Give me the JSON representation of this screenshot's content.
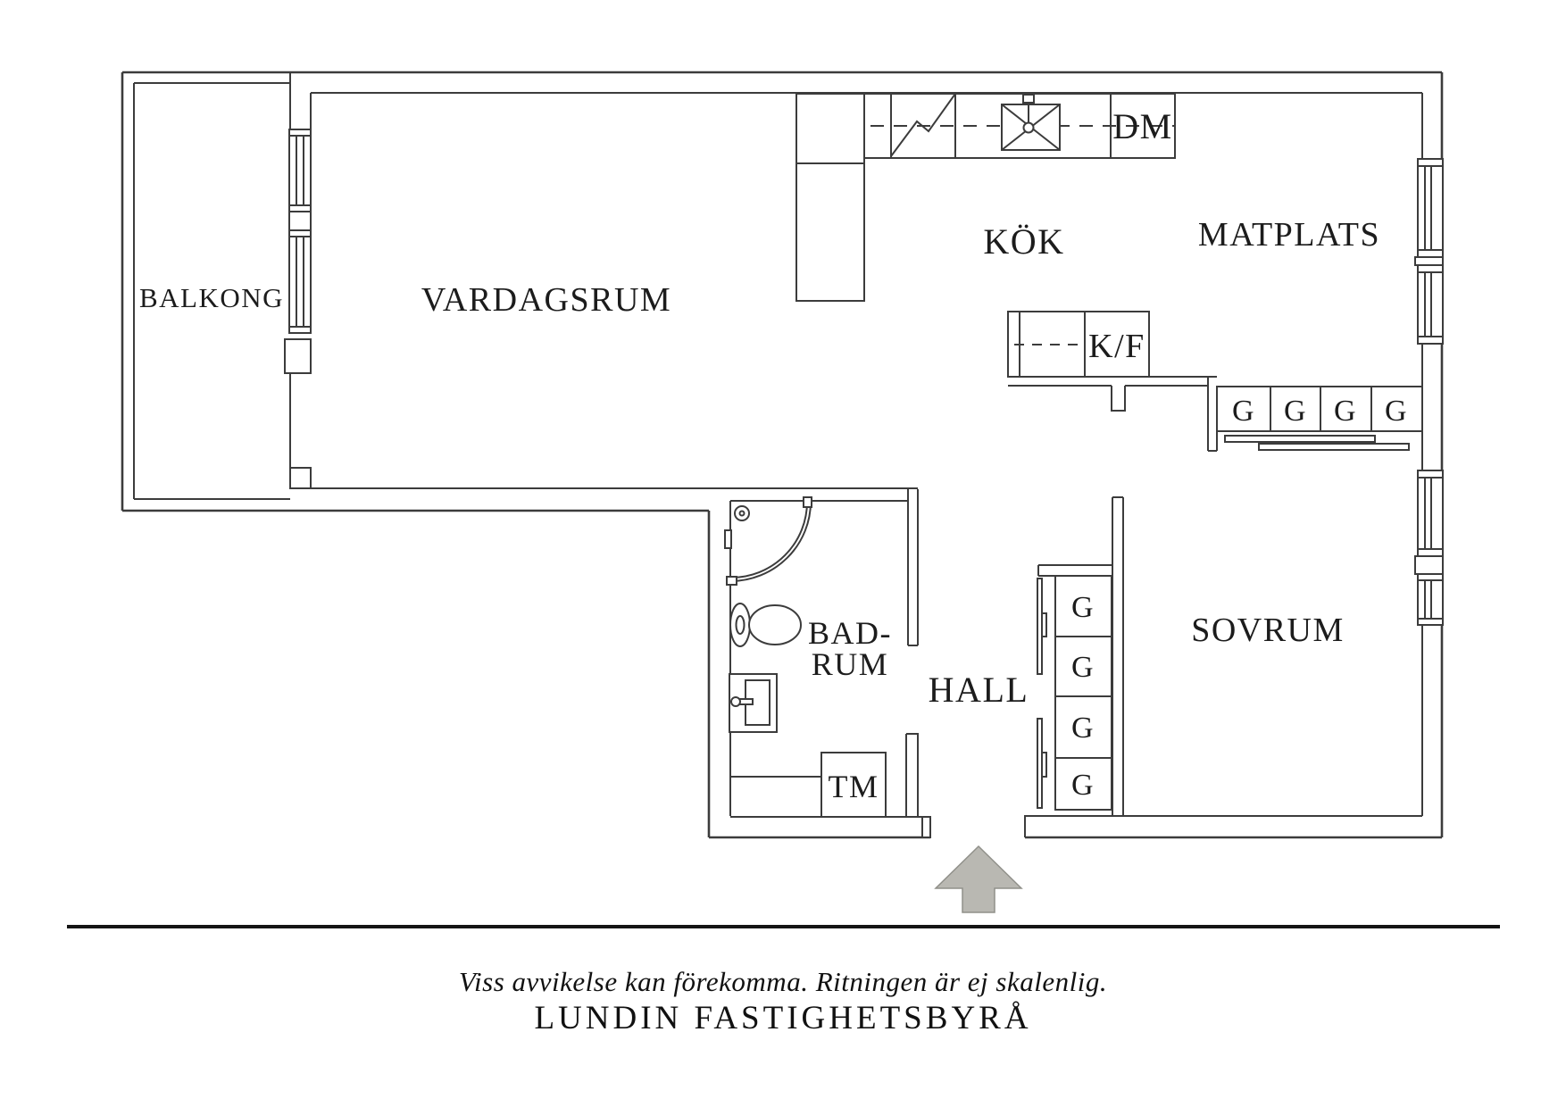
{
  "floorplan": {
    "rooms": {
      "balkong": "BALKONG",
      "vardagsrum": "VARDAGSRUM",
      "kok": "KÖK",
      "matplats": "MATPLATS",
      "badrum_line1": "BAD-",
      "badrum_line2": "RUM",
      "hall": "HALL",
      "sovrum": "SOVRUM"
    },
    "appliances": {
      "dishwasher": "DM",
      "fridge_freezer": "K/F",
      "washing_machine": "TM",
      "wardrobe": "G"
    },
    "colors": {
      "line": "#3c3c3c",
      "arrow_fill": "#b9b8b2",
      "arrow_stroke": "#90908a"
    }
  },
  "footer": {
    "disclaimer": "Viss avvikelse kan förekomma. Ritningen är ej skalenlig.",
    "brand": "LUNDIN FASTIGHETSBYRÅ"
  }
}
